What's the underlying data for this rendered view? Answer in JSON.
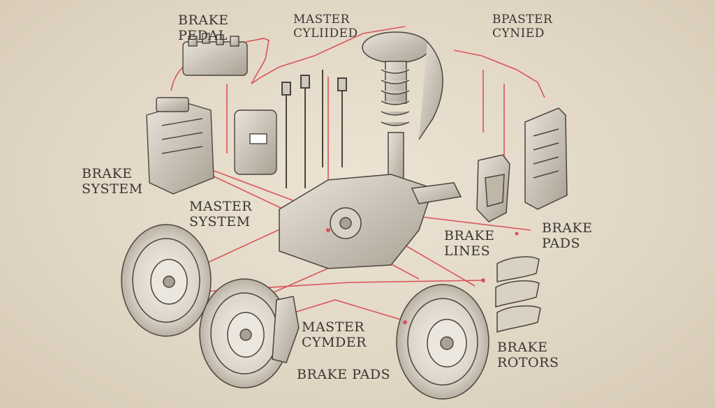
{
  "diagram": {
    "labels": {
      "brake_pedal": [
        "BRAKE",
        "PEDAL"
      ],
      "master_cylinder_top": [
        "MASTER",
        "CYLIIDED"
      ],
      "booster_cylinder": [
        "BPASTER",
        "CYNIED"
      ],
      "brake_system": [
        "BRAKE",
        "SYSTEM"
      ],
      "master_system": [
        "MASTER",
        "SYSTEM"
      ],
      "brake_lines": [
        "BRAKE",
        "LINES"
      ],
      "brake_pads_right": [
        "BRAKE",
        "PADS"
      ],
      "master_cylinder_bottom": [
        "MASTER",
        "CYMDER"
      ],
      "brake_pads_bottom": "BRAKE PADS",
      "brake_rotors": [
        "BRAKE",
        "ROTORS"
      ]
    },
    "colors": {
      "background": "#e3d9c8",
      "ink": "#3a3632",
      "brake_line": "#d8545a",
      "metal": "#cfc8bc"
    }
  }
}
